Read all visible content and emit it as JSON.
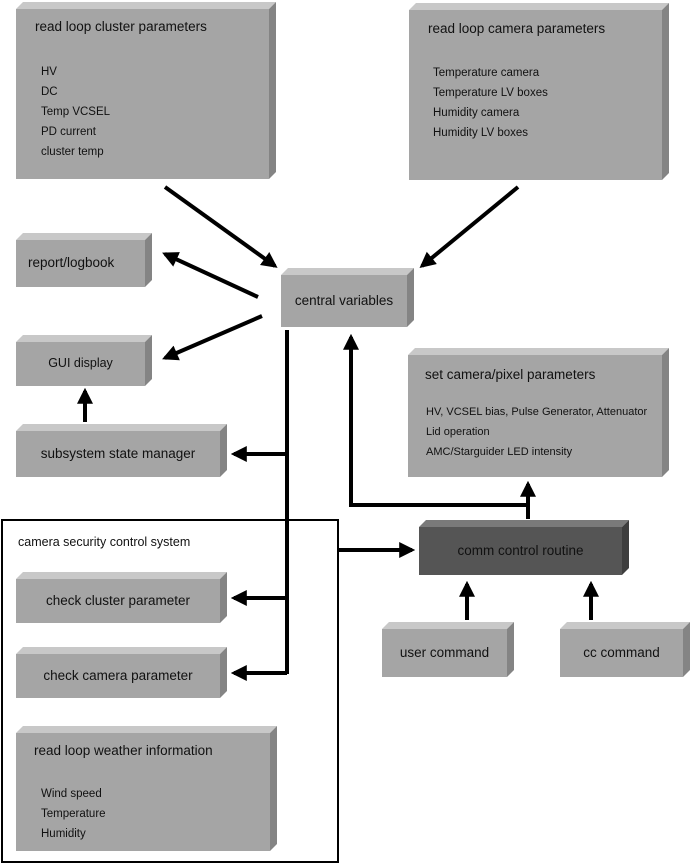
{
  "boxes": {
    "read_loop_cluster": {
      "title": "read loop cluster parameters",
      "items": [
        "HV",
        "DC",
        "Temp VCSEL",
        "PD current",
        "cluster temp"
      ]
    },
    "read_loop_camera": {
      "title": "read loop camera parameters",
      "items": [
        "Temperature camera",
        "Temperature LV boxes",
        "Humidity camera",
        "Humidity LV boxes"
      ]
    },
    "report_logbook": {
      "title": "report/logbook"
    },
    "central_variables": {
      "title": "central variables"
    },
    "gui_display": {
      "title": "GUI display"
    },
    "set_camera_pixel": {
      "title": "set camera/pixel parameters",
      "items": [
        "HV, VCSEL bias, Pulse Generator, Attenuator",
        "Lid operation",
        "AMC/Starguider LED intensity"
      ]
    },
    "subsystem_state_manager": {
      "title": "subsystem state manager"
    },
    "comm_control_routine": {
      "title": "comm control routine"
    },
    "user_command": {
      "title": "user command"
    },
    "cc_command": {
      "title": "cc command"
    },
    "check_cluster": {
      "title": "check cluster parameter"
    },
    "check_camera": {
      "title": "check camera parameter"
    },
    "read_loop_weather": {
      "title": "read loop weather information",
      "items": [
        "Wind speed",
        "Temperature",
        "Humidity"
      ]
    }
  },
  "security_frame": {
    "title": "camera security control system"
  },
  "colors": {
    "box_face": "#a5a5a5",
    "box_dark_face": "#555555",
    "arrow": "#000000",
    "background": "#ffffff"
  }
}
